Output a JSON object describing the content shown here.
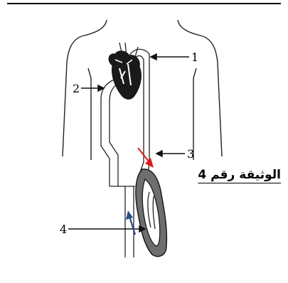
{
  "document": {
    "title": "الوثيقة رقم 4"
  },
  "diagram": {
    "labels": [
      {
        "id": "1",
        "text": "1"
      },
      {
        "id": "2",
        "text": "2"
      },
      {
        "id": "3",
        "text": "3"
      },
      {
        "id": "4",
        "text": "4"
      }
    ],
    "arrow_colors": {
      "red": "#e01818",
      "blue": "#2a4c8c"
    },
    "fill_colors": {
      "heart": "#1a1a1a",
      "organ": "#6e6e6e"
    }
  }
}
